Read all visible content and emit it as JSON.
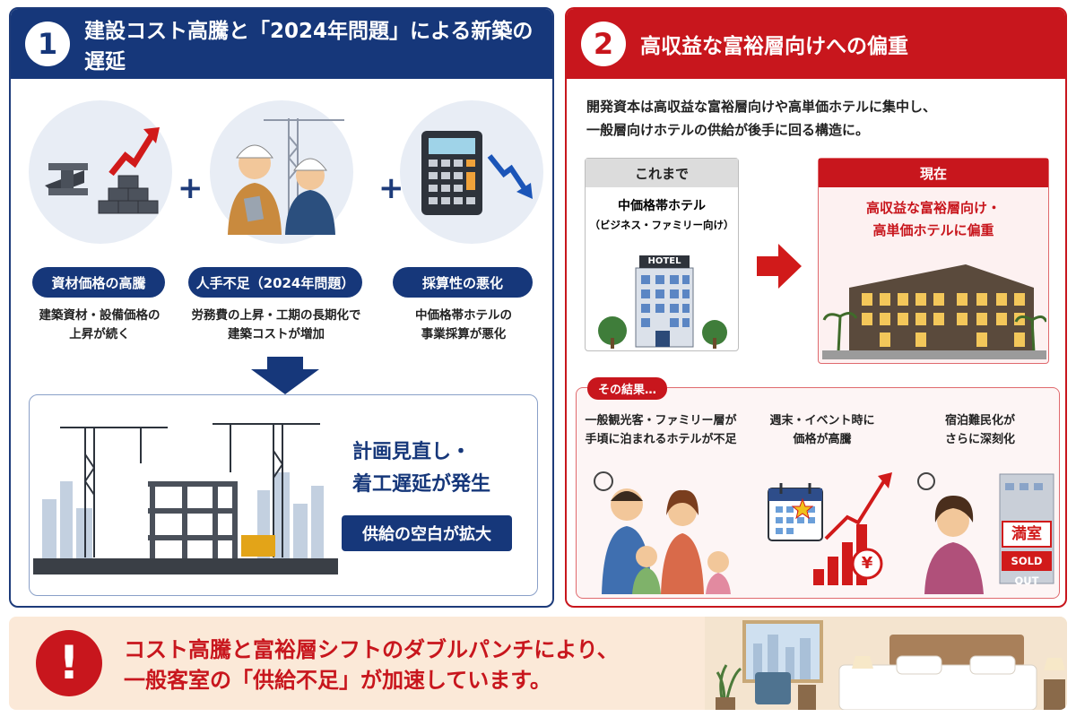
{
  "panel1": {
    "number": "1",
    "title": "建設コスト高騰と「2024年問題」による新築の遅延",
    "plus": "+",
    "causes": [
      {
        "label": "資材価格の高騰",
        "desc1": "建築資材・設備価格の",
        "desc2": "上昇が続く"
      },
      {
        "label": "人手不足（2024年問題）",
        "desc1": "労務費の上昇・工期の長期化で",
        "desc2": "建築コストが増加"
      },
      {
        "label": "採算性の悪化",
        "desc1": "中価格帯ホテルの",
        "desc2": "事業採算が悪化"
      }
    ],
    "result_line1": "計画見直し・",
    "result_line2": "着工遅延が発生",
    "result_box": "供給の空白が拡大"
  },
  "panel2": {
    "number": "2",
    "title": "高収益な富裕層向けへの偏重",
    "desc1": "開発資本は高収益な富裕層向けや高単価ホテルに集中し、",
    "desc2": "一般層向けホテルの供給が後手に回る構造に。",
    "before_header": "これまで",
    "before_line1": "中価格帯ホテル",
    "before_line2": "（ビジネス・ファミリー向け）",
    "hotel_sign": "HOTEL",
    "now_header": "現在",
    "now_line1": "高収益な富裕層向け・",
    "now_line2": "高単価ホテルに偏重",
    "result_tag": "その結果…",
    "results": [
      {
        "line1": "一般観光客・ファミリー層が",
        "line2": "手頃に泊まれるホテルが不足"
      },
      {
        "line1": "週末・イベント時に",
        "line2": "価格が高騰"
      },
      {
        "line1": "宿泊難民化が",
        "line2": "さらに深刻化"
      }
    ],
    "yen": "¥",
    "full_label": "満室",
    "soldout_label": "SOLD OUT"
  },
  "banner": {
    "icon": "!",
    "line1": "コスト高騰と富裕層シフトのダブルパンチにより、",
    "line2": "一般客室の「供給不足」が加速しています。"
  },
  "colors": {
    "navy": "#16377a",
    "red": "#c8161d",
    "banner_bg": "#fbe9d8"
  }
}
